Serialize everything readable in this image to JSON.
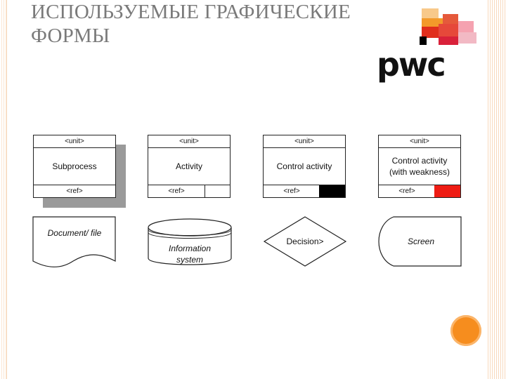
{
  "slide": {
    "title": "ИСПОЛЬЗУЕМЫЕ ГРАФИЧЕСКИЕ ФОРМЫ",
    "logo_text": "pwc"
  },
  "boxes": [
    {
      "unit": "<unit>",
      "label": "Subprocess",
      "ref": "<ref>",
      "kind": "subprocess"
    },
    {
      "unit": "<unit>",
      "label": "Activity",
      "ref": "<ref>",
      "kind": "activity"
    },
    {
      "unit": "<unit>",
      "label": "Control activity",
      "ref": "<ref>",
      "kind": "control",
      "fill": "#000000"
    },
    {
      "unit": "<unit>",
      "label_line1": "Control activity",
      "label_line2": "(with weakness)",
      "ref": "<ref>",
      "kind": "control-weakness",
      "fill": "#ee1c14"
    }
  ],
  "shapes": {
    "document": "Document/ file",
    "database_line1": "Information",
    "database_line2": "system",
    "decision": "Decision>",
    "screen": "Screen"
  },
  "colors": {
    "accent_orange": "#f68d1e",
    "weakness_red": "#ee1c14",
    "title_gray": "#7a7a7a"
  }
}
